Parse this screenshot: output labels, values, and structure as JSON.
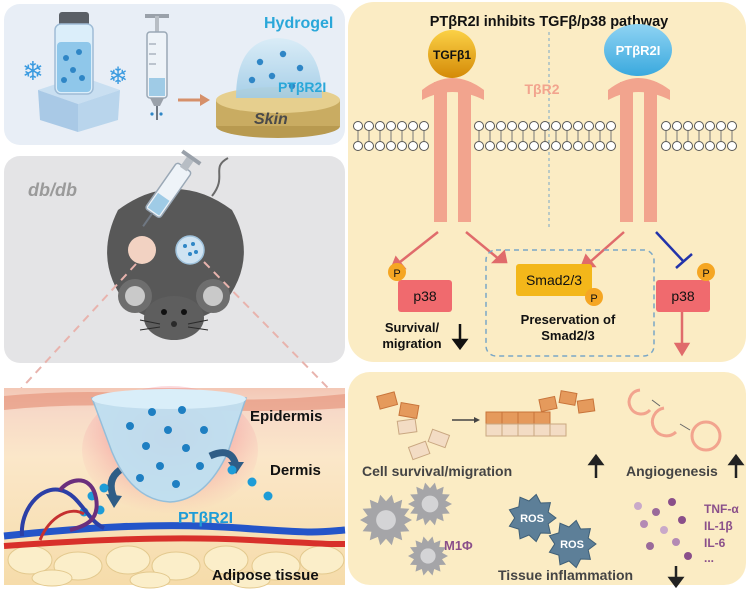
{
  "panel_top_left": {
    "hydrogel_label": "Hydrogel",
    "ptbr2i_label": "PTβR2I",
    "skin_label": "Skin"
  },
  "panel_mouse": {
    "model_label": "db/db"
  },
  "panel_skin": {
    "epidermis_label": "Epidermis",
    "dermis_label": "Dermis",
    "ptbr2i_label": "PTβR2I",
    "adipose_label": "Adipose tissue"
  },
  "panel_pathway": {
    "title": "PTβR2I inhibits TGFβ/p38 pathway",
    "tgfb1_label": "TGFβ1",
    "ptbr2i_label": "PTβR2I",
    "receptor_label": "TβR2",
    "p38_left_label": "p38",
    "smad_label": "Smad2/3",
    "p38_right_label": "p38",
    "phospho_label": "P",
    "survival_label_line1": "Survival/",
    "survival_label_line2": "migration",
    "preservation_line1": "Preservation of",
    "preservation_line2": "Smad2/3"
  },
  "panel_outcomes": {
    "cell_survival_label": "Cell survival/migration",
    "angiogenesis_label": "Angiogenesis",
    "macrophage_label": "M1Φ",
    "ros_label": "ROS",
    "cytokine_labels": [
      "TNF-α",
      "IL-1β",
      "IL-6",
      "..."
    ],
    "inflammation_label": "Tissue inflammation"
  },
  "colors": {
    "panel_blue": "#e8eef6",
    "panel_gray": "#e4e4e6",
    "panel_cream": "#fbecc4",
    "receptor_pink": "#f2a48e",
    "arrow_red": "#e06b6b",
    "inhibit_blue": "#2233aa",
    "smad_yellow": "#f3b71a",
    "p38_red": "#f06a6e",
    "phospho_orange": "#f5a623",
    "text_cyan": "#2aa7d9",
    "vessel_red": "#d8302a",
    "vessel_blue": "#2455c9",
    "cytokine_purple": "#8a4f8a"
  }
}
